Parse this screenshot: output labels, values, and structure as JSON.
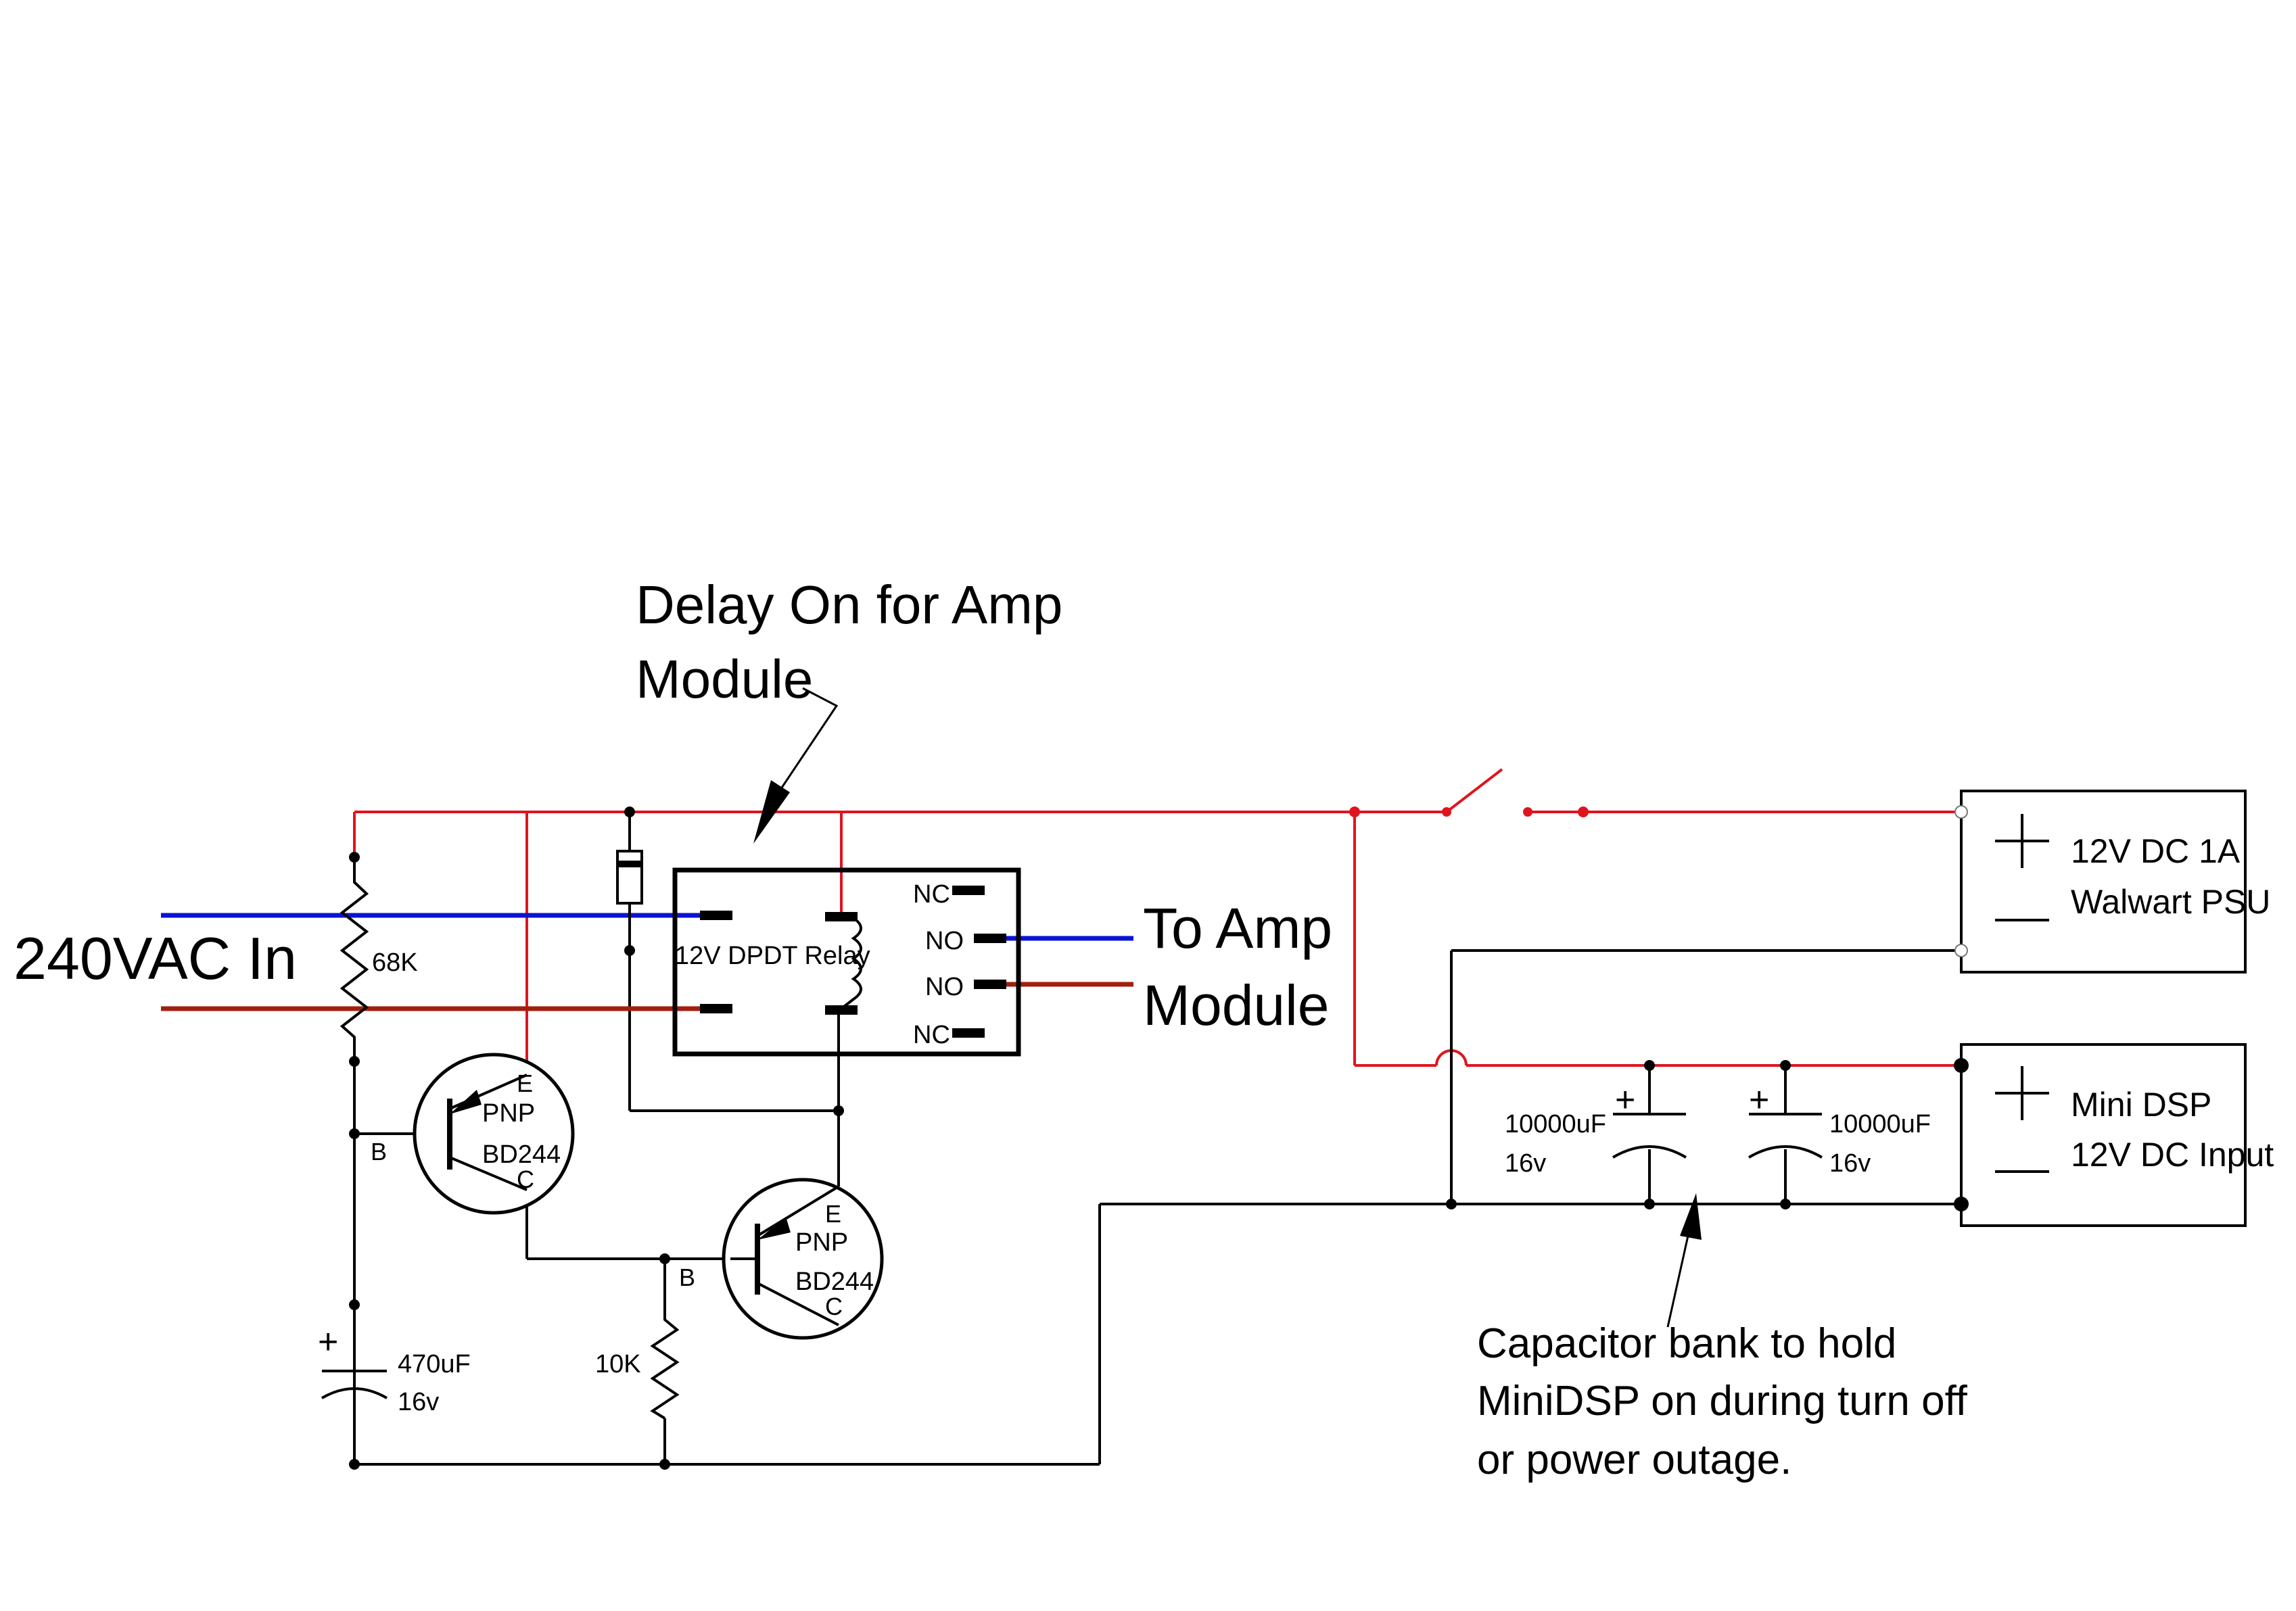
{
  "labels": {
    "ac_input": "240VAC In",
    "delay_note_line1": "Delay On for Amp",
    "delay_note_line2": "Module",
    "to_amp_line1": "To Amp",
    "to_amp_line2": "Module",
    "relay": "12V DPDT Relay",
    "relay_pin_nc_top": "NC",
    "relay_pin_no_top": "NO",
    "relay_pin_no_bottom": "NO",
    "relay_pin_nc_bottom": "NC",
    "r1_value": "68K",
    "r2_value": "10K",
    "c1_value": "470uF",
    "c1_voltage": "16v",
    "c2_value": "10000uF",
    "c2_voltage": "16v",
    "c3_value": "10000uF",
    "c3_voltage": "16v",
    "cap_plus": "+",
    "q1_type": "PNP",
    "q1_part": "BD244",
    "q2_type": "PNP",
    "q2_part": "BD244",
    "pin_emitter": "E",
    "pin_collector": "C",
    "pin_base": "B",
    "psu_line1": "12V DC 1A",
    "psu_line2": "Walwart PSU",
    "dsp_line1": "Mini DSP",
    "dsp_line2": "12V DC Input",
    "cap_bank_line1": "Capacitor bank to hold",
    "cap_bank_line2": "MiniDSP on during turn off",
    "cap_bank_line3": "or power outage."
  },
  "colors": {
    "positive_rail": "#e0141e",
    "ground_wire": "#000000",
    "live_wire": "#0a14d2",
    "neutral_wire": "#a0200f"
  }
}
